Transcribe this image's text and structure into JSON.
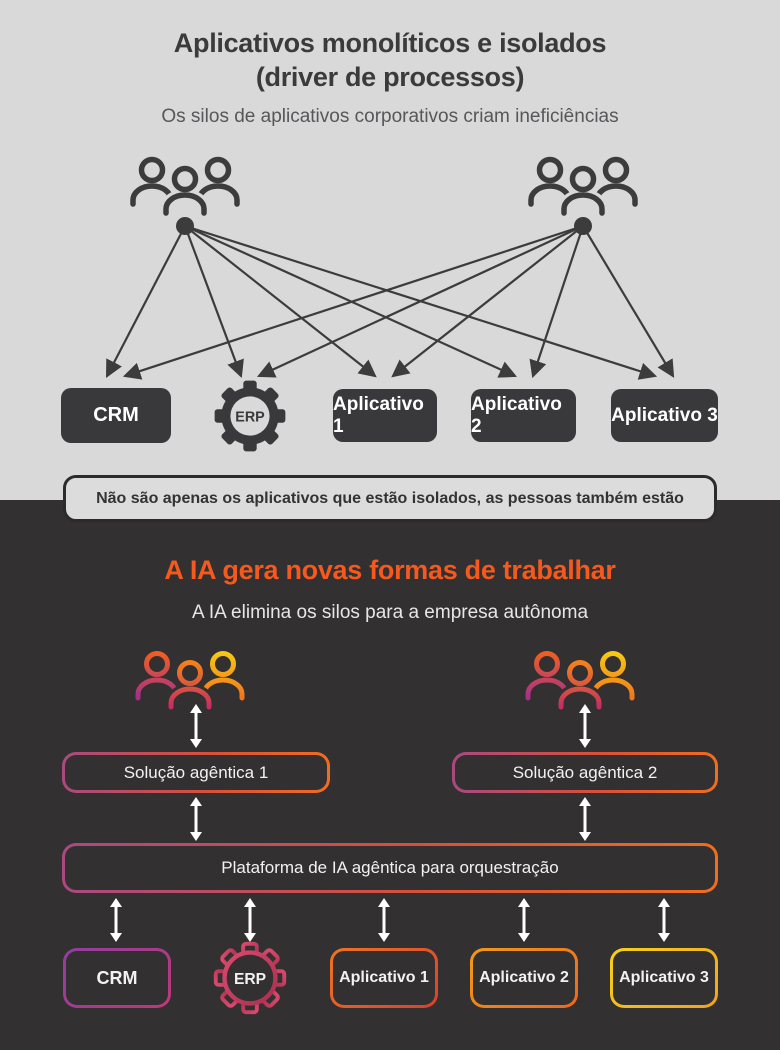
{
  "top_section": {
    "title_line1": "Aplicativos monolíticos e isolados",
    "title_line2": "(driver de processos)",
    "subtitle": "Os silos de aplicativos corporativos criam ineficiências",
    "apps": [
      "CRM",
      "ERP",
      "Aplicativo 1",
      "Aplicativo 2",
      "Aplicativo 3"
    ]
  },
  "banner": {
    "text": "Não são apenas os aplicativos que estão isolados, as pessoas também estão"
  },
  "bottom_section": {
    "title": "A IA gera novas formas de trabalhar",
    "subtitle": "A IA elimina os silos para a empresa autônoma",
    "solutions": [
      "Solução agêntica 1",
      "Solução agêntica 2"
    ],
    "platform": "Plataforma de IA agêntica para orquestração",
    "apps": [
      "CRM",
      "ERP",
      "Aplicativo 1",
      "Aplicativo 2",
      "Aplicativo 3"
    ]
  },
  "colors": {
    "light_bg": "#d9d9d9",
    "dark_bg": "#333031",
    "dark_box": "#39383a",
    "accent_orange": "#f5591d",
    "gradient_purple": "#8e3fa0",
    "gradient_magenta": "#c03778",
    "gradient_red": "#d8402f",
    "gradient_orange": "#f26c1f",
    "gradient_yellow": "#f8d11a",
    "gear_crimson": "#c73b5f",
    "line_dark": "#3c3c3c",
    "arrow_white": "#ffffff"
  }
}
